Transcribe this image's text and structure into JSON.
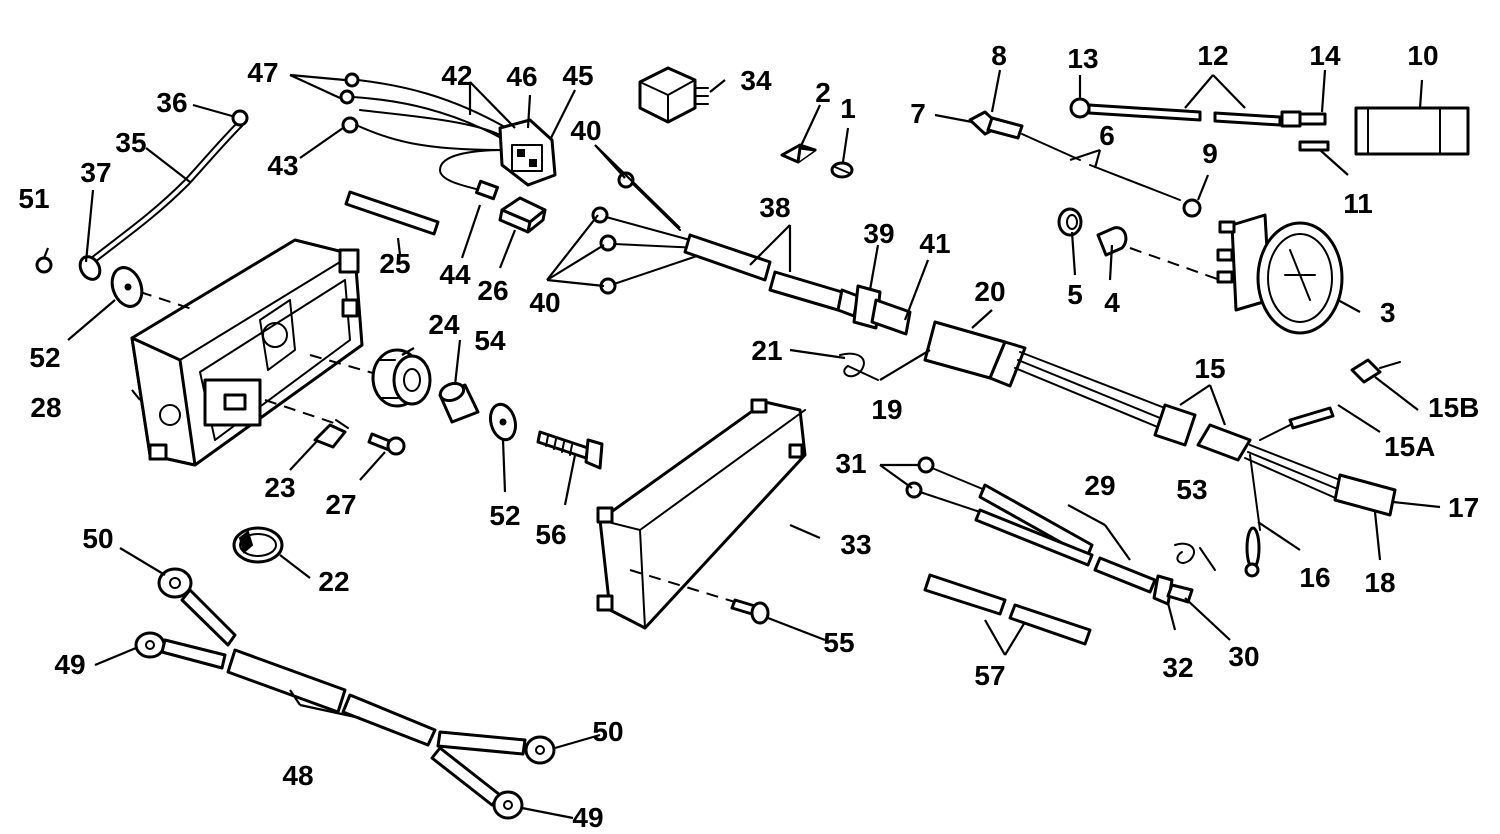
{
  "callouts": {
    "c1": "1",
    "c2": "2",
    "c3": "3",
    "c4": "4",
    "c5": "5",
    "c6": "6",
    "c7": "7",
    "c8": "8",
    "c9": "9",
    "c10": "10",
    "c11": "11",
    "c12": "12",
    "c13": "13",
    "c14": "14",
    "c15": "15",
    "c15a": "15A",
    "c15b": "15B",
    "c16": "16",
    "c17": "17",
    "c18": "18",
    "c19": "19",
    "c20": "20",
    "c21": "21",
    "c22": "22",
    "c23": "23",
    "c24": "24",
    "c25": "25",
    "c26": "26",
    "c27": "27",
    "c28": "28",
    "c29": "29",
    "c30": "30",
    "c31": "31",
    "c32": "32",
    "c33": "33",
    "c34": "34",
    "c35": "35",
    "c36": "36",
    "c37": "37",
    "c38": "38",
    "c39": "39",
    "c40a": "40",
    "c40b": "40",
    "c41": "41",
    "c42": "42",
    "c43": "43",
    "c44": "44",
    "c45": "45",
    "c46": "46",
    "c47": "47",
    "c48": "48",
    "c49a": "49",
    "c49b": "49",
    "c50a": "50",
    "c50b": "50",
    "c51": "51",
    "c52a": "52",
    "c52b": "52",
    "c53": "53",
    "c54": "54",
    "c55": "55",
    "c56": "56",
    "c57": "57"
  }
}
